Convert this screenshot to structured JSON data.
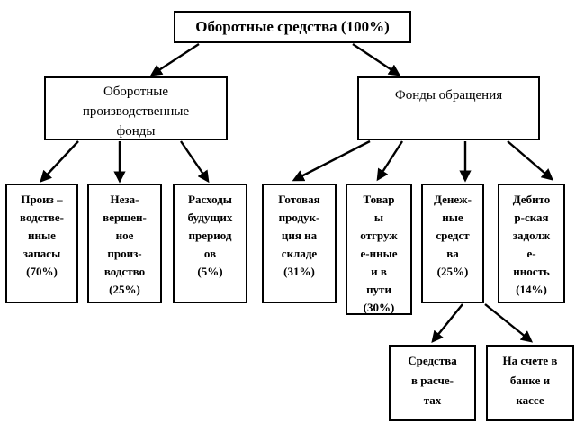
{
  "nodes": {
    "root": {
      "label": "Оборотные средства (100%)"
    },
    "opf": {
      "label": "Оборотные\nпроизводственные\nфонды"
    },
    "fo": {
      "label": "Фонды обращения"
    },
    "zapasy": {
      "label": "Произ –\nводстве-\nнные\nзапасы\n(70%)"
    },
    "nezavershennoe": {
      "label": "Неза-\nвершен-\nное\nпроиз-\nводство\n(25%)"
    },
    "rashody": {
      "label": "Расходы\nбудущих\nпрериод\nов\n(5%)"
    },
    "gotovaya": {
      "label": "Готовая\nпродук-\nция на\nскладе\n(31%)"
    },
    "tovary": {
      "label": "Товар\nы\nотгруж\nе-нные\nи в\nпути\n(30%)"
    },
    "denezhnye": {
      "label": "Денеж-\nные\nсредст\nва\n(25%)"
    },
    "debitorka": {
      "label": "Дебито\nр-ская\nзадолж\nе-\nнность\n(14%)"
    },
    "raschety": {
      "label": "Средства\nв расче-\nтах"
    },
    "bank": {
      "label": "На счете в\nбанке и\nкассе"
    }
  },
  "edges": [
    {
      "from": "root",
      "to": "opf"
    },
    {
      "from": "root",
      "to": "fo"
    },
    {
      "from": "opf",
      "to": "zapasy"
    },
    {
      "from": "opf",
      "to": "nezavershennoe"
    },
    {
      "from": "opf",
      "to": "rashody"
    },
    {
      "from": "fo",
      "to": "gotovaya"
    },
    {
      "from": "fo",
      "to": "tovary"
    },
    {
      "from": "fo",
      "to": "denezhnye"
    },
    {
      "from": "fo",
      "to": "debitorka"
    },
    {
      "from": "denezhnye",
      "to": "raschety"
    },
    {
      "from": "denezhnye",
      "to": "bank"
    }
  ],
  "colors": {
    "background": "#ffffff",
    "line": "#000000",
    "text": "#000000"
  }
}
